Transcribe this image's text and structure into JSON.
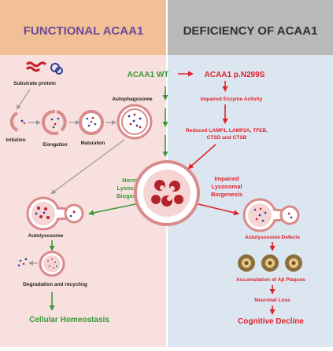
{
  "left_panel": {
    "header": "FUNCTIONAL ACAA1",
    "substrate_label": "Substrate protein",
    "stages": [
      "Initiation",
      "Elongation",
      "Maturation",
      "Autophagosome"
    ],
    "wt_label": "ACAA1 WT",
    "normal_biogenesis": [
      "Normal",
      "Lysosomal",
      "Biogenesis"
    ],
    "autolysosome_label": "Autolysosome",
    "degradation_label": "Degradation and recycling",
    "outcome": "Cellular Homeostasis"
  },
  "right_panel": {
    "header": "DEFICIENCY OF ACAA1",
    "mutant_label": "ACAA1 p.N299S",
    "impaired_activity": "Impaired Enzyme Activity",
    "reduced_line1": "Reduced LAMP1, LAMP2A, TFEB,",
    "reduced_line2": "CTSD and CTSB",
    "impaired_biogenesis": [
      "Impaired",
      "Lysosomal",
      "Biogenesis"
    ],
    "defects_label": "Autolysosome Defects",
    "plaques_label": "Accumulation of Aβ Plaques",
    "neuronal_loss": "Neuronal Loss",
    "outcome": "Cognitive Decline"
  },
  "colors": {
    "left_bg": "#f7e0de",
    "right_bg": "#dce6f0",
    "left_header_bg": "#f2c096",
    "right_header_bg": "#b9b9b9",
    "header_text_left": "#6a4a9c",
    "header_text_right": "#303030",
    "green": "#3a9a3a",
    "red": "#e0202a",
    "membrane": "#d98a8a",
    "grey_arrow": "#9a9a9a"
  }
}
